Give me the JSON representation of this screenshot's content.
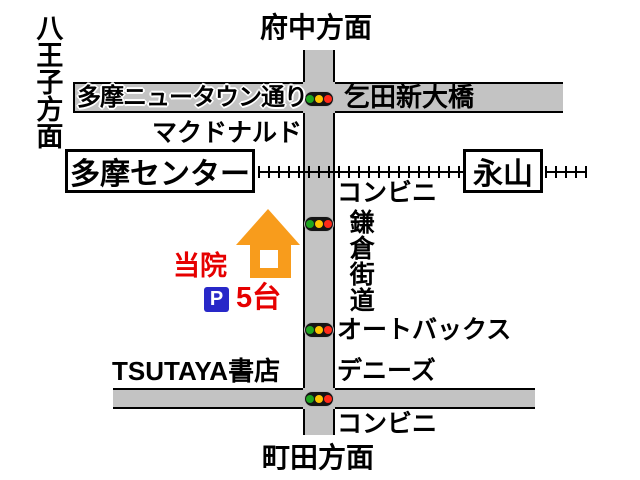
{
  "map": {
    "directions": {
      "top": "府中方面",
      "left": "八王子方面",
      "bottom": "町田方面"
    },
    "roads": {
      "newtown_street_label": "多摩ニュータウン通り",
      "kamakura_kaido_label": "鎌倉街道"
    },
    "stations": {
      "tama_center": "多摩センター",
      "nagayama": "永山"
    },
    "landmarks": {
      "bridge": "乞田新大橋",
      "mcdonalds": "マクドナルド",
      "convenience_upper": "コンビニ",
      "autobacs": "オートバックス",
      "dennys": "デニーズ",
      "tsutaya": "TSUTAYA書店",
      "convenience_lower": "コンビニ"
    },
    "clinic": {
      "label": "当院",
      "parking_symbol": "P",
      "parking_capacity": "5台"
    },
    "colors": {
      "road_gray": "#c3c3c3",
      "house_orange": "#f89c1c",
      "accent_red": "#e60000",
      "parking_blue": "#2828c8",
      "signal_green": "#1fa51f",
      "signal_yellow": "#ffc400",
      "signal_red": "#ff2a1a"
    }
  }
}
